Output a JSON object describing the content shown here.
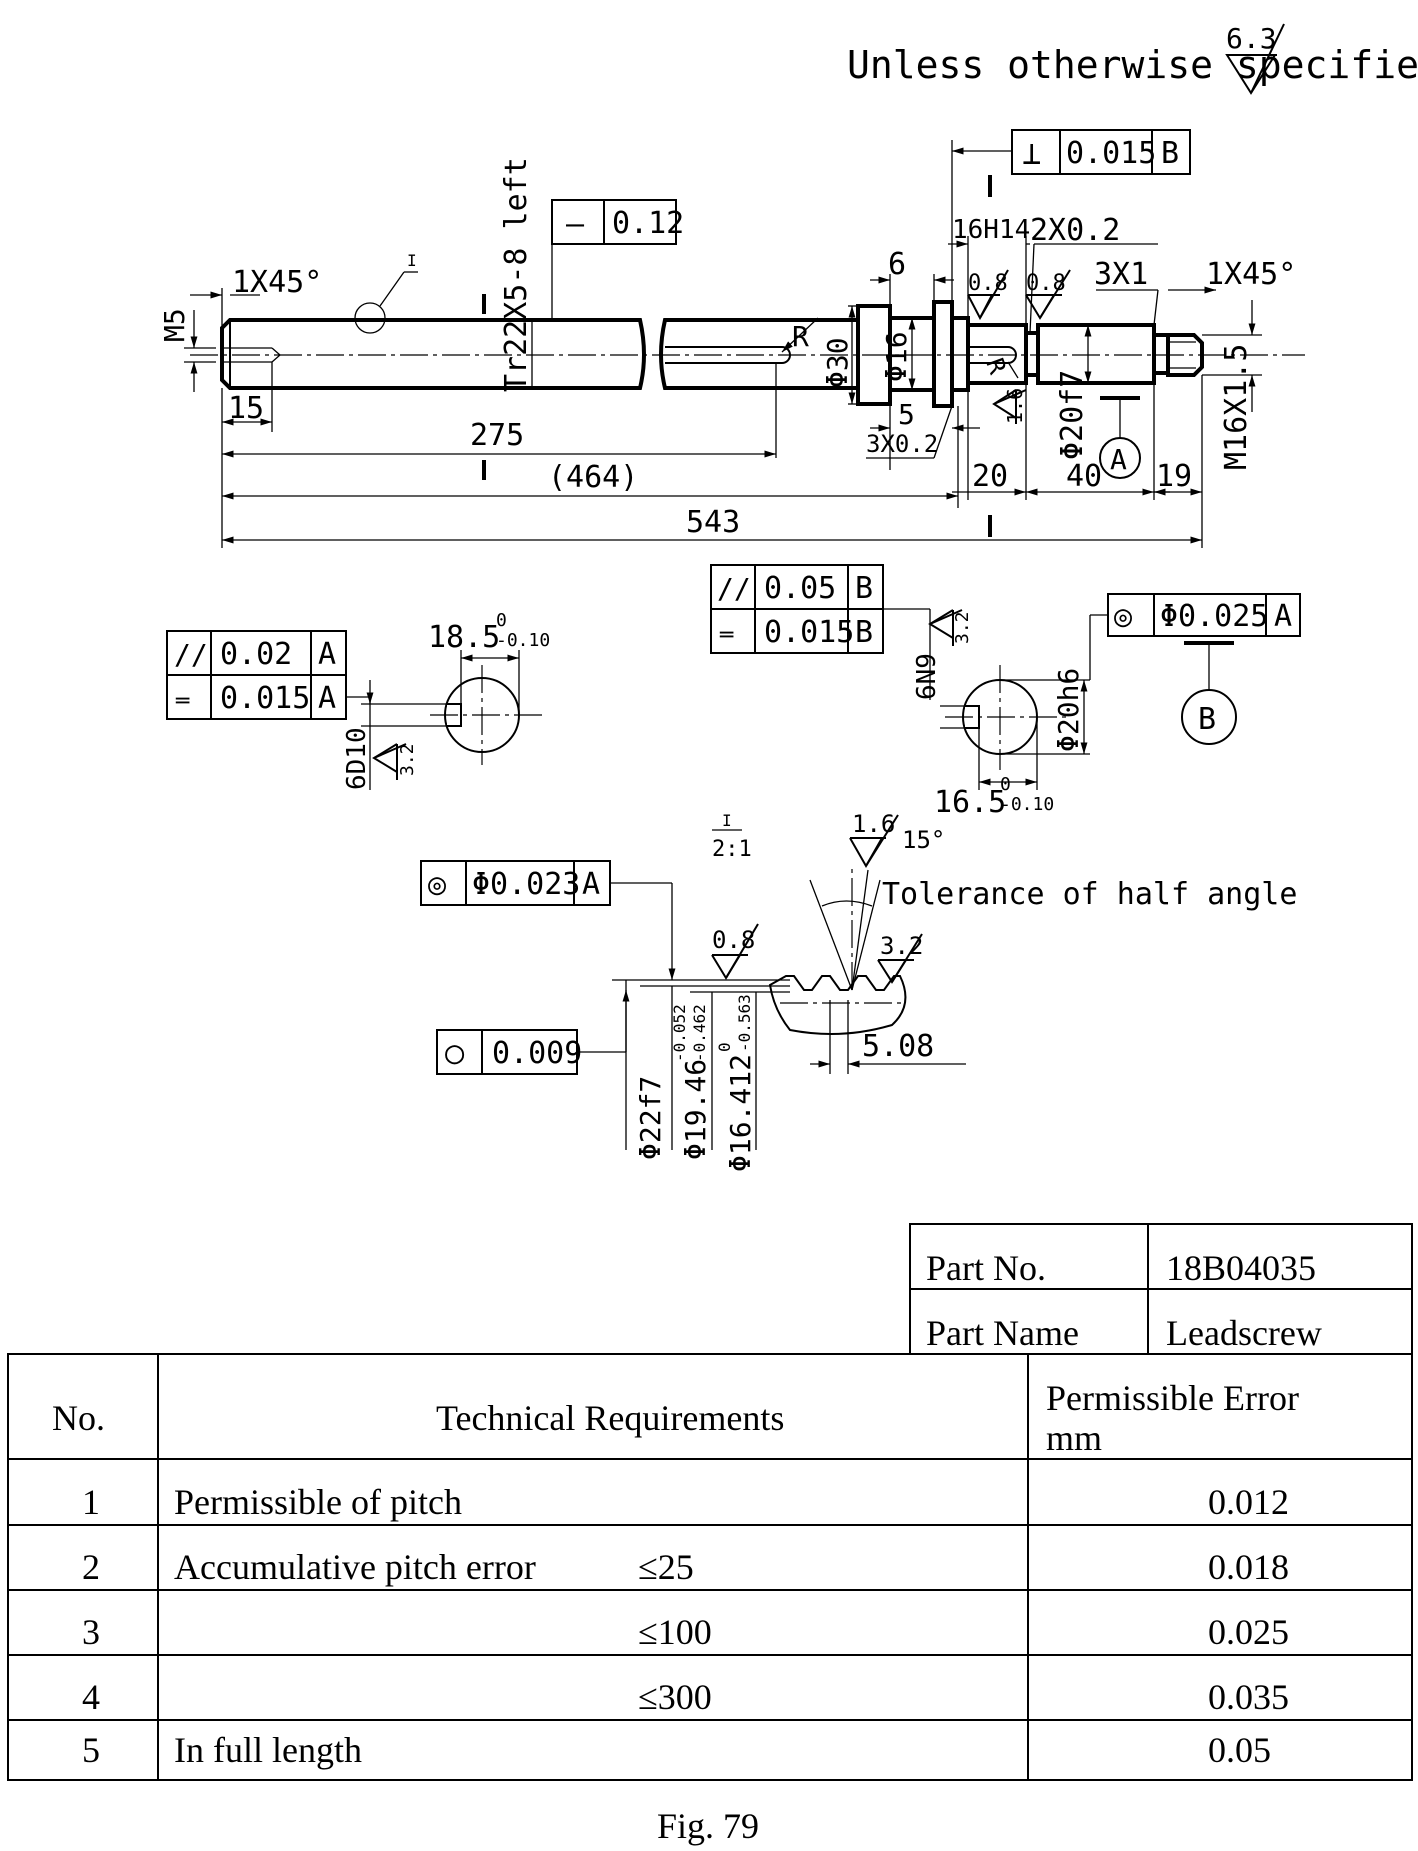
{
  "header": {
    "note": "Unless otherwise specified",
    "roughness": "6.3"
  },
  "main_view": {
    "chamfer_left": "1X45°",
    "detail_ref": "I",
    "straightness": {
      "symbol": "—",
      "value": "0.12"
    },
    "thread": "Tr22X5-8 left",
    "m5": "M5",
    "dim_15": "15",
    "dim_275": "275",
    "dim_464": "(464)",
    "dim_543": "543",
    "r_label": "R",
    "r2_label": "R",
    "phi30": "Φ30",
    "phi16": "Φ16",
    "dim_6": "6",
    "dim_5": "5",
    "groove_3x02": "3X0.2",
    "perp": {
      "symbol": "⊥",
      "value": "0.015",
      "datum": "B"
    },
    "fit_16h14": "16H14",
    "groove_2x02": "2X0.2",
    "groove_3x1": "3X1",
    "chamfer_right": "1X45°",
    "rough_08a": "0.8",
    "rough_08b": "0.8",
    "rough_16": "1.6",
    "phi20f7": "Φ20f7",
    "datum_a": "A",
    "dim_20": "20",
    "dim_40": "40",
    "dim_19": "19",
    "m16": "M16X1.5"
  },
  "section_left": {
    "par": {
      "symbol": "//",
      "value": "0.02",
      "datum": "A"
    },
    "sym": {
      "symbol": "═",
      "value": "0.015",
      "datum": "A"
    },
    "width": "18.5",
    "tol_upper": "0",
    "tol_lower": "-0.10",
    "key": "6D10",
    "rough": "3.2"
  },
  "section_right": {
    "par": {
      "symbol": "//",
      "value": "0.05",
      "datum": "B"
    },
    "sym": {
      "symbol": "═",
      "value": "0.015",
      "datum": "B"
    },
    "rough": "3.2",
    "key": "6N9",
    "dia": "Φ20h6",
    "width": "16.5",
    "tol_upper": "0",
    "tol_lower": "-0.10",
    "conc": {
      "symbol": "◎",
      "value": "Φ0.025",
      "datum": "A"
    },
    "datum_b": "B"
  },
  "detail": {
    "label_top": "I",
    "label_scale": "2:1",
    "rough_16": "1.6",
    "angle": "15°",
    "half_angle": "Tolerance of half angle",
    "conc": {
      "symbol": "◎",
      "value": "Φ0.023",
      "datum": "A"
    },
    "rough_08": "0.8",
    "rough_32": "3.2",
    "circ": {
      "symbol": "○",
      "value": "0.009"
    },
    "pitch": "5.08",
    "d_22": "Φ22f7",
    "d_1946": "Φ19.46",
    "d_1946_up": "-0.052",
    "d_1946_lo": "-0.462",
    "d_16412": "Φ16.412",
    "d_16412_up": "0",
    "d_16412_lo": "-0.563"
  },
  "title_block": {
    "part_no_label": "Part No.",
    "part_no": "18B04035",
    "part_name_label": "Part Name",
    "part_name": "Leadscrew"
  },
  "req_table": {
    "headers": {
      "no": "No.",
      "req": "Technical Requirements",
      "err": "Permissible Error",
      "err_unit": "mm"
    },
    "rows": [
      {
        "no": "1",
        "req": "Permissible of pitch",
        "range": "",
        "err": "0.012"
      },
      {
        "no": "2",
        "req": "Accumulative pitch error",
        "range": "≤25",
        "err": "0.018"
      },
      {
        "no": "3",
        "req": "",
        "range": "≤100",
        "err": "0.025"
      },
      {
        "no": "4",
        "req": "",
        "range": "≤300",
        "err": "0.035"
      },
      {
        "no": "5",
        "req": "In full length",
        "range": "",
        "err": "0.05"
      }
    ]
  },
  "caption": "Fig. 79"
}
